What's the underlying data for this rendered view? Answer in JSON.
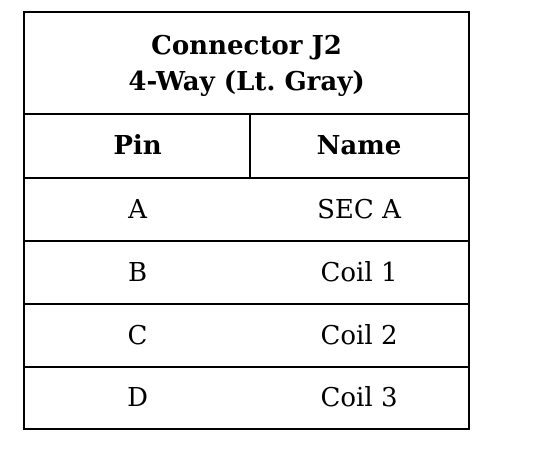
{
  "table": {
    "title_line1": "Connector J2",
    "title_line2": "4-Way (Lt. Gray)",
    "headers": {
      "pin": "Pin",
      "name": "Name"
    },
    "rows": [
      {
        "pin": "A",
        "name": "SEC A"
      },
      {
        "pin": "B",
        "name": "Coil 1"
      },
      {
        "pin": "C",
        "name": "Coil 2"
      },
      {
        "pin": "D",
        "name": "Coil 3"
      }
    ]
  }
}
